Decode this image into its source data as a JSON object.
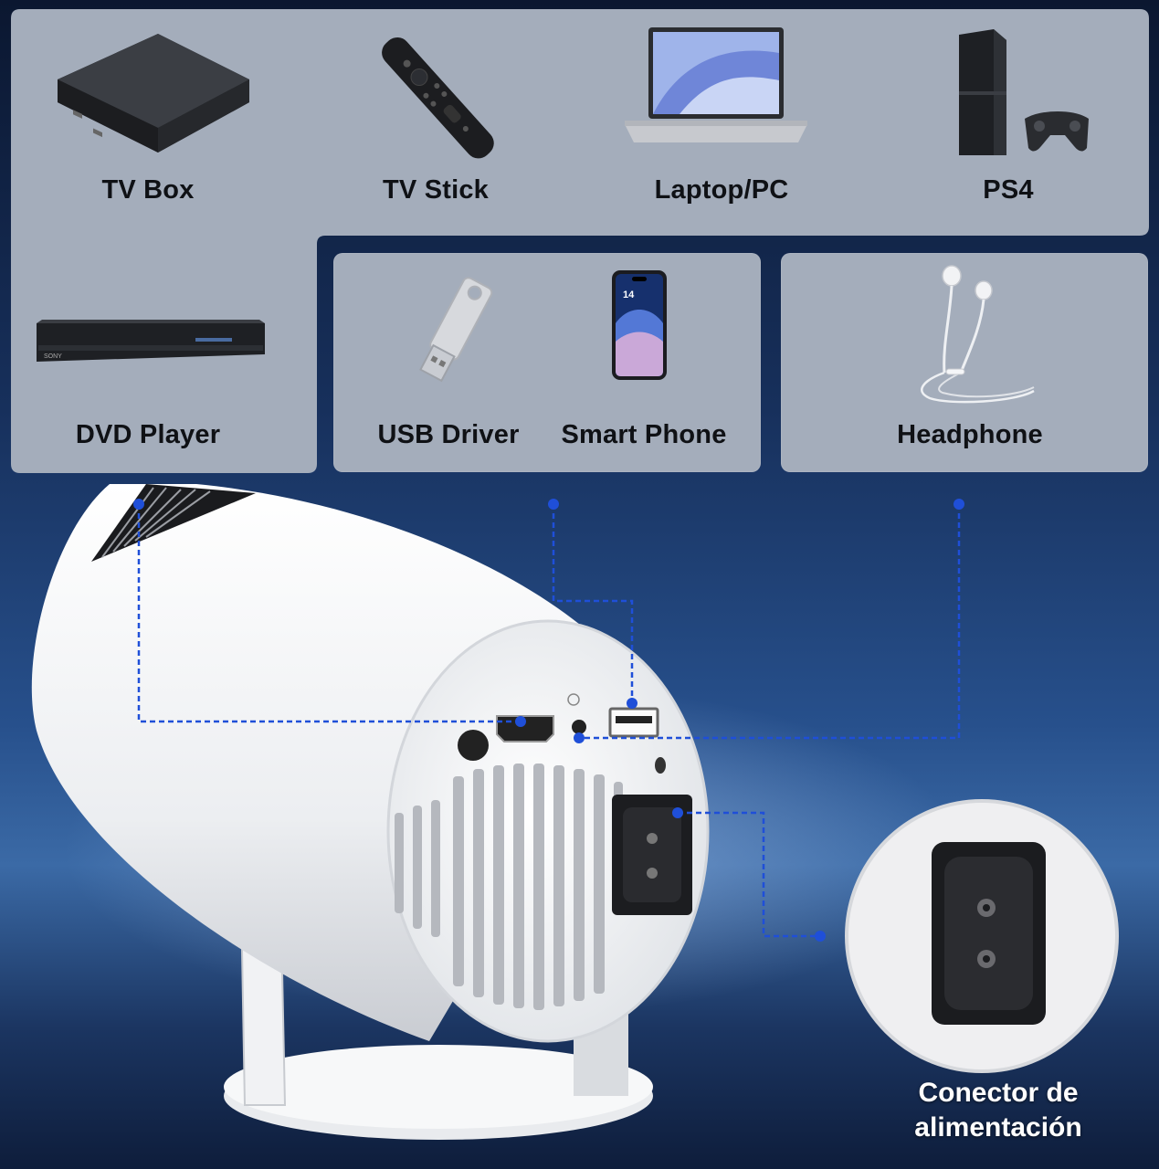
{
  "devices": {
    "tv_box": "TV Box",
    "tv_stick": "TV Stick",
    "laptop": "Laptop/PC",
    "ps4": "PS4",
    "dvd": "DVD Player",
    "usb": "USB Driver",
    "phone": "Smart Phone",
    "headphone": "Headphone"
  },
  "callout": {
    "line1": "Conector de",
    "line2": "alimentación"
  },
  "colors": {
    "panel": "#a4adbb",
    "connector_line": "#1f4fd8",
    "background_dark": "#0d1a33"
  }
}
